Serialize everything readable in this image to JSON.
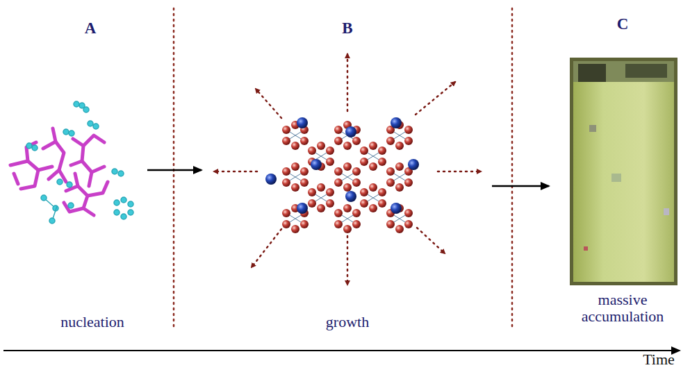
{
  "diagram": {
    "labels": [
      "A",
      "B",
      "C",
      "nucleation",
      "growth",
      "massive accumulation",
      "Time"
    ]
  }
}
